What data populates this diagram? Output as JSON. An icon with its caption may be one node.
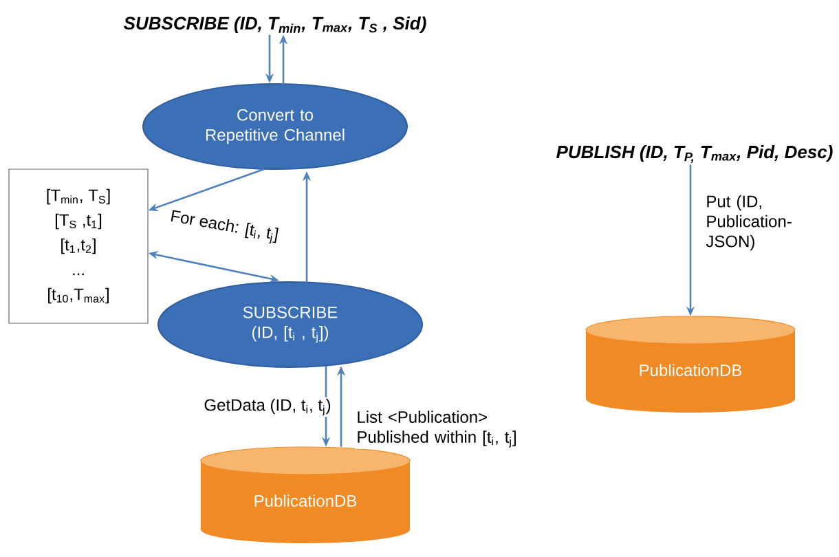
{
  "diagram": {
    "nodes": [
      {
        "text": [
          "SUBSCRIBE (ID, T$_{min}$, T$_{max}$, T$_{S}$ , Sid)"
        ]
      },
      {
        "text": [
          "Convert to Repetitive Channel"
        ]
      },
      {
        "text": [
          "[T$_{min}$, T$_{S}$]",
          "[T$_{S}$ ,t$_{1}$]",
          "[t$_{1}$,t$_{2}$]",
          "...",
          "[t$_{10}$,T$_{max}$]"
        ]
      },
      {
        "text": [
          "SUBSCRIBE (ID, [t$_{i}$ , t$_{j}$])"
        ]
      },
      {
        "text": [
          "PublicationDB"
        ]
      },
      {
        "text": [
          "PUBLISH (ID, T$_{P,}$ T$_{max}$, Pid, Desc)"
        ]
      },
      {
        "text": [
          "PublicationDB"
        ]
      }
    ],
    "edges": [
      {
        "from": 0,
        "to": 1,
        "arrow": "to"
      },
      {
        "from": 1,
        "to": 0,
        "arrow": "to"
      },
      {
        "from": 1,
        "to": 2,
        "arrow": "to"
      },
      {
        "from": 2,
        "to": 3,
        "arrow": "both",
        "label": "For each: [t$_{i}$, t$_{j}$]"
      },
      {
        "from": 3,
        "to": 1,
        "arrow": "to"
      },
      {
        "from": 3,
        "to": 4,
        "arrow": "to",
        "label": "GetData (ID, t$_{i}$, t$_{j}$)"
      },
      {
        "from": 4,
        "to": 3,
        "arrow": "to",
        "label": "List <Publication> Published within [t$_{i}$, t$_{j}$]"
      },
      {
        "from": 5,
        "to": 6,
        "arrow": "to",
        "label": "Put (ID, Publication- JSON)"
      }
    ]
  }
}
